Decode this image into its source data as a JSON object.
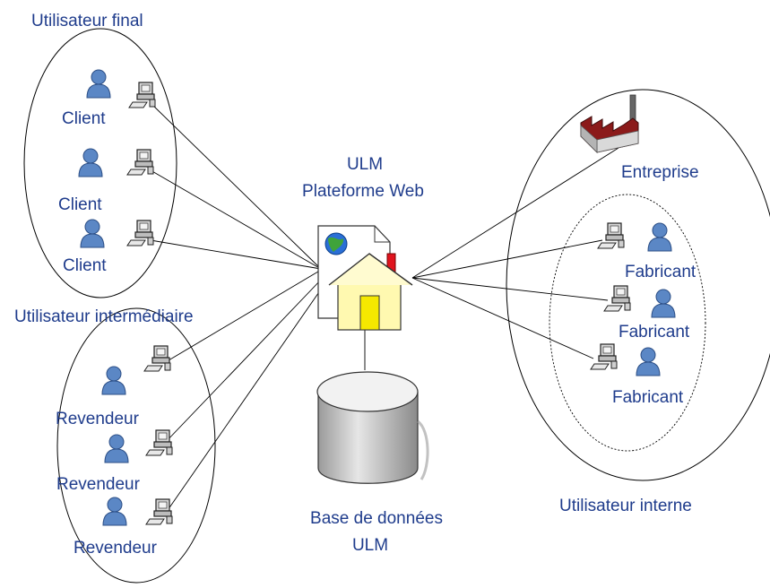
{
  "groups": {
    "end_user": "Utilisateur final",
    "intermediate_user": "Utilisateur intermédiaire",
    "internal_user": "Utilisateur interne"
  },
  "platform": {
    "line1": "ULM",
    "line2": "Plateforme Web"
  },
  "database": {
    "line1": "Base de données",
    "line2": "ULM"
  },
  "clients": [
    "Client",
    "Client",
    "Client"
  ],
  "resellers": [
    "Revendeur",
    "Revendeur",
    "Revendeur"
  ],
  "company": "Entreprise",
  "manufacturers": [
    "Fabricant",
    "Fabricant",
    "Fabricant"
  ],
  "colors": {
    "text": "#1f3c8c",
    "person": "#5b87c5",
    "house_wall": "#fff9b0",
    "door": "#f5e800",
    "chimney": "#e0141e",
    "factory": "#8b1a1a",
    "database": "#d8d8d8"
  }
}
